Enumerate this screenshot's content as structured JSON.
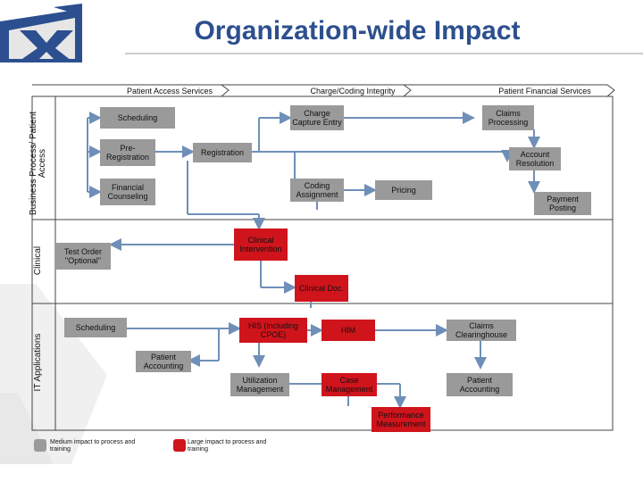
{
  "title": "Organization-wide Impact",
  "headers": {
    "access": "Patient Access Services",
    "charge": "Charge/Coding Integrity",
    "financial": "Patient Financial Services"
  },
  "lanes": {
    "business": "Business Process/ Patient Access",
    "clinical": "Clinical",
    "it": "IT Applications"
  },
  "boxes": {
    "scheduling": "Scheduling",
    "pre_registration": "Pre-Registration",
    "financial_counseling": "Financial Counseling",
    "registration": "Registration",
    "charge_capture": "Charge Capture Entry",
    "coding_assignment": "Coding Assignment",
    "pricing": "Pricing",
    "claims_processing": "Claims Processing",
    "account_resolution": "Account Resolution",
    "payment_posting": "Payment Posting",
    "test_order": "Test Order \"Optional\"",
    "clinical_intervention": "Clinical Intervention",
    "clinical_doc": "Clinical Doc.",
    "it_scheduling": "Scheduling",
    "his": "HIS (including CPOE)",
    "him": "HIM",
    "claims_clearinghouse": "Claims Clearinghouse",
    "patient_accounting_left": "Patient Accounting",
    "utilization_management": "Utilization Management",
    "case_management": "Case Management",
    "patient_accounting_right": "Patient Accounting",
    "performance_measurement": "Performance Measurement"
  },
  "legend": {
    "medium": "Medium impact to process and training",
    "large": "Large impact to process and training"
  },
  "colors": {
    "title": "#2c4f8f",
    "medium": "#9a9a9a",
    "large": "#d0141c",
    "connector": "#6f8fb8"
  }
}
